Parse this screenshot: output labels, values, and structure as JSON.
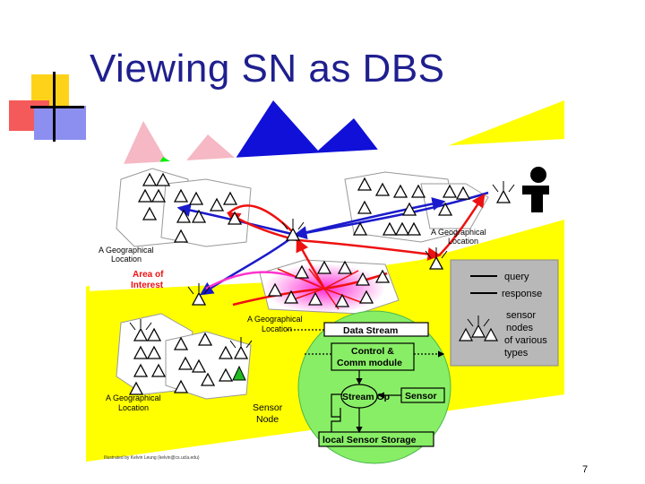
{
  "slide": {
    "title": "Viewing SN as DBS",
    "page_number": "7",
    "credit": "Illustrated by Kelvin Leung (kelvin@cs.ucla.edu)"
  },
  "diagram": {
    "location_labels": [
      {
        "line1": "A Geographical",
        "line2": "Location"
      },
      {
        "line1": "A Geographical",
        "line2": "Location"
      },
      {
        "line1": "A Geographical",
        "line2": "Location"
      },
      {
        "line1": "A Geographical",
        "line2": "Location"
      }
    ],
    "area_of_interest": {
      "line1": "Area of",
      "line2": "Interest"
    },
    "sensor_node": {
      "line1": "Sensor",
      "line2": "Node"
    },
    "node": {
      "data_stream": "Data Stream",
      "control_line1": "Control &",
      "control_line2": "Comm module",
      "stream_op": "Stream Op",
      "sensor": "Sensor",
      "storage": "local Sensor Storage"
    },
    "legend": {
      "query": "query",
      "response": "response",
      "nodes_lines": [
        "sensor",
        "nodes",
        "of various",
        "types"
      ]
    }
  },
  "colors": {
    "title": "#1f1f8f",
    "yellow_band": "#ffff00",
    "mountain_pink": "#f5b8c4",
    "mountain_green": "#00ee00",
    "mountain_blue": "#1010d8",
    "query": "#1a1acc",
    "response": "#ee1111",
    "magenta": "#ff33cc",
    "node_circle": "#88ee66",
    "legend_box": "#b8b8b8"
  }
}
